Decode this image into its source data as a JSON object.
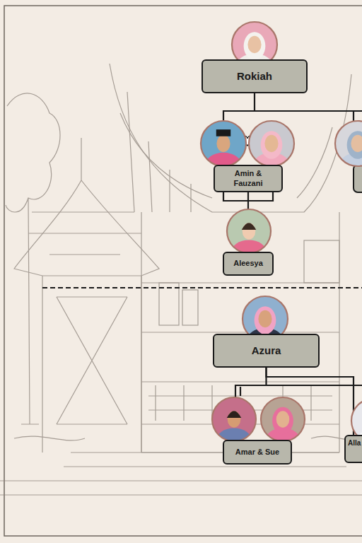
{
  "diagram": {
    "nodes": [
      {
        "text": [
          "Rokiah"
        ]
      },
      {
        "text": [
          "Amin & Fauzani"
        ]
      },
      {
        "text": [
          "Aleesya"
        ]
      },
      {
        "text": [
          "Azura"
        ]
      },
      {
        "text": [
          "Amar & Sue"
        ]
      },
      {
        "text": [
          "Alla"
        ]
      }
    ],
    "edges": [
      {
        "from": 0,
        "to": 1,
        "arrow": "none"
      },
      {
        "from": 1,
        "to": 2,
        "arrow": "none"
      },
      {
        "from": 3,
        "to": 4,
        "arrow": "none"
      },
      {
        "from": 3,
        "to": 5,
        "arrow": "none"
      }
    ]
  }
}
